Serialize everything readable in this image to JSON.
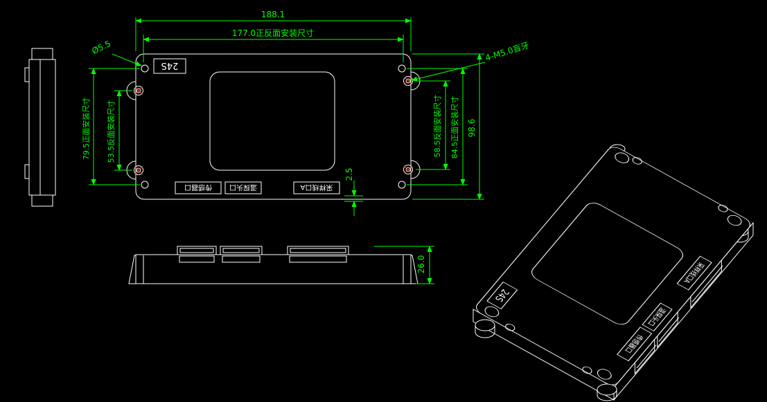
{
  "colors": {
    "background": "#000000",
    "line": "#ffffff",
    "dimension": "#00ff00",
    "thread_hatch": "#d6402b"
  },
  "dims": {
    "overall_width": "188.1",
    "mount_width": "177.0正反面安装尺寸",
    "hole_diameter": "Ø5.5",
    "thread_callout": "4-M5.0盲牙",
    "left_front_mount": "79.5正面安装尺寸",
    "left_back_mount": "53.5反面安装尺寸",
    "right_back_mount": "58.5反面安装尺寸",
    "right_front_mount": "84.5正面安装尺寸",
    "overall_height": "98.6",
    "edge_offset": "2.5",
    "thickness": "26.0"
  },
  "device": {
    "model": "24S",
    "ports": [
      "传感器口",
      "温探头口",
      "采样线口A"
    ]
  }
}
